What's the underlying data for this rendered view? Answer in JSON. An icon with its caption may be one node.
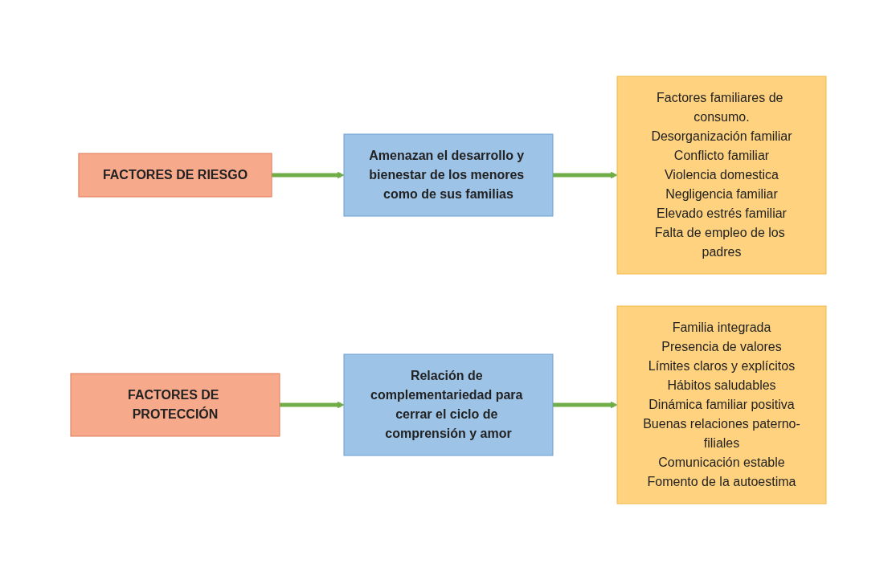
{
  "diagram": {
    "nodes": [
      {
        "text": [
          "FACTORES DE RIESGO"
        ]
      },
      {
        "text": [
          "Amenazan el desarrollo y bienestar de los menores como de sus familias"
        ]
      },
      {
        "text": [
          "Factores familiares de consumo.",
          "Desorganización familiar",
          "Conflicto familiar",
          "Violencia domestica",
          "Negligencia familiar",
          "Elevado estrés familiar",
          "Falta de empleo de los padres"
        ]
      },
      {
        "text": [
          "FACTORES DE PROTECCIÓN"
        ]
      },
      {
        "text": [
          "Relación de complementariedad para cerrar el ciclo de comprensión y amor"
        ]
      },
      {
        "text": [
          "Familia integrada",
          "Presencia de valores",
          "Límites claros y explícitos",
          "Hábitos saludables",
          "Dinámica familiar positiva",
          "Buenas relaciones paterno-filiales",
          "Comunicación estable",
          "Fomento de la autoestima"
        ]
      }
    ],
    "edges": [
      {
        "from": 0,
        "to": 1,
        "arrow": "to"
      },
      {
        "from": 1,
        "to": 2,
        "arrow": "to"
      },
      {
        "from": 3,
        "to": 4,
        "arrow": "to"
      },
      {
        "from": 4,
        "to": 5,
        "arrow": "to"
      }
    ]
  }
}
